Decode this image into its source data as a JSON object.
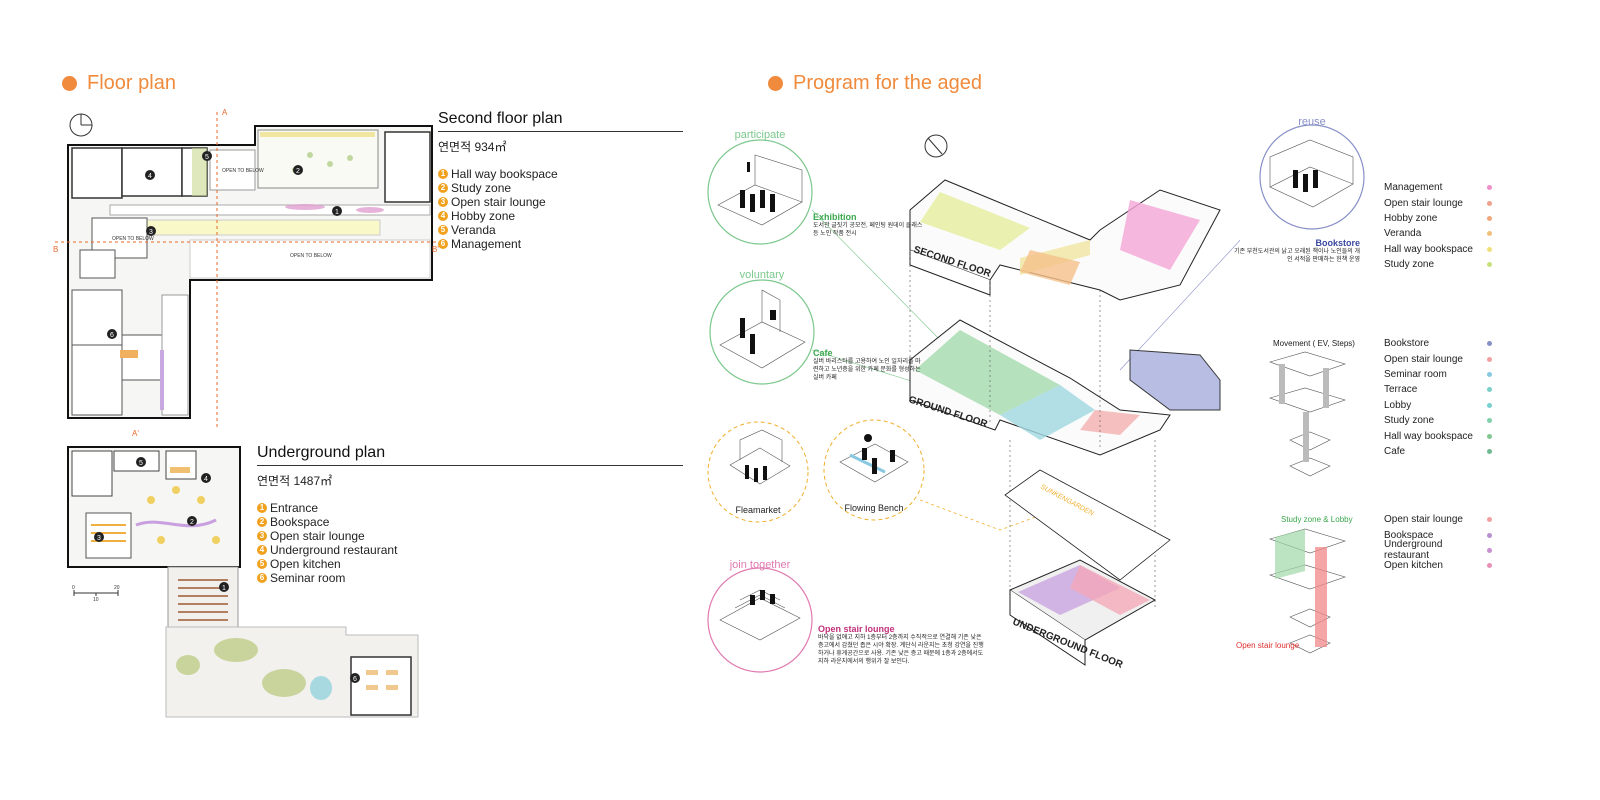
{
  "floor_plan": {
    "section_title": "Floor plan",
    "second_floor": {
      "title": "Second floor plan",
      "area": "연면적 934㎡",
      "items": [
        {
          "num": "1",
          "label": "Hall way bookspace"
        },
        {
          "num": "2",
          "label": "Study zone"
        },
        {
          "num": "3",
          "label": "Open stair lounge"
        },
        {
          "num": "4",
          "label": "Hobby zone"
        },
        {
          "num": "5",
          "label": "Veranda"
        },
        {
          "num": "6",
          "label": "Management"
        }
      ],
      "section_markers": {
        "a": "A",
        "a_prime": "A'",
        "b": "B",
        "b_prime": "B'"
      },
      "open_to_below": "OPEN TO BELOW"
    },
    "underground": {
      "title": "Underground plan",
      "area": "연면적 1487㎡",
      "items": [
        {
          "num": "1",
          "label": "Entrance"
        },
        {
          "num": "2",
          "label": "Bookspace"
        },
        {
          "num": "3",
          "label": "Open stair lounge"
        },
        {
          "num": "4",
          "label": "Underground restaurant"
        },
        {
          "num": "5",
          "label": "Open kitchen"
        },
        {
          "num": "6",
          "label": "Seminar room"
        }
      ],
      "scale": {
        "zero": "0",
        "ten": "10",
        "twenty": "20"
      }
    }
  },
  "program": {
    "section_title": "Program for the aged",
    "circles": {
      "participate": "participate",
      "voluntary": "voluntary",
      "join_together": "join together",
      "reuse": "reuse",
      "fleamarket": "Fleamarket",
      "flowing_bench": "Flowing Bench"
    },
    "exhibition": {
      "label": "Exhibition",
      "desc": "도서관 글짓기 공모전, 페인팅 원데이 클래스 등 노인 작품 전시"
    },
    "cafe": {
      "label": "Cafe",
      "desc": "실버 바리스타를 고용하여 노인 일자리를 마련하고 노년층을 위한 카페 문화를 형성하는 실버 카페"
    },
    "open_stair": {
      "label": "Open stair lounge",
      "desc": "바닥을 없애고 지하 1층부터 2층까지 수직적으로 연결해 기존 낮은 층고에서 감쳤던 좁은 시야 확장. 계단식 라운지는 초청 강연을 진행하거나 휴게공간으로 사용. 기존 낮은 층고 때문에 1층과 2층에서도 지하 라운지에서의 행위가 잘 보인다."
    },
    "bookstore": {
      "label": "Bookstore",
      "desc": "기존 부천도서관의 낡고 오래된 책이나 노인들의 개인 서적을 판매하는 헌책 운영"
    },
    "floors": {
      "second": "SECOND FLOOR",
      "ground": "GROUND FLOOR",
      "underground": "UNDERGROUND FLOOR",
      "garden": "SUNKENGARDEN"
    },
    "diagram_labels": {
      "movement": "Movement ( EV, Steps)",
      "study_lobby": "Study zone & Lobby",
      "open_stair": "Open stair lounge"
    },
    "legend_second": [
      {
        "label": "Management",
        "color": "#f08ec9"
      },
      {
        "label": "Open stair lounge",
        "color": "#f0a08c"
      },
      {
        "label": "Hobby zone",
        "color": "#f0a87c"
      },
      {
        "label": "Veranda",
        "color": "#f0c07a"
      },
      {
        "label": "Hall way bookspace",
        "color": "#f0e07a"
      },
      {
        "label": "Study zone",
        "color": "#c8e07a"
      }
    ],
    "legend_ground": [
      {
        "label": "Bookstore",
        "color": "#8890c8"
      },
      {
        "label": "Open stair lounge",
        "color": "#f0a0a0"
      },
      {
        "label": "Seminar room",
        "color": "#88c8e0"
      },
      {
        "label": "Terrace",
        "color": "#7ad0c8"
      },
      {
        "label": "Lobby",
        "color": "#7ad0d0"
      },
      {
        "label": "Study zone",
        "color": "#80d0a8"
      },
      {
        "label": "Hall way bookspace",
        "color": "#80c890"
      },
      {
        "label": "Cafe",
        "color": "#70b890"
      }
    ],
    "legend_under": [
      {
        "label": "Open stair lounge",
        "color": "#f0a0a0"
      },
      {
        "label": "Bookspace",
        "color": "#b890d0"
      },
      {
        "label": "Underground restaurant",
        "color": "#c890d0"
      },
      {
        "label": "Open kitchen",
        "color": "#e890b8"
      }
    ]
  }
}
